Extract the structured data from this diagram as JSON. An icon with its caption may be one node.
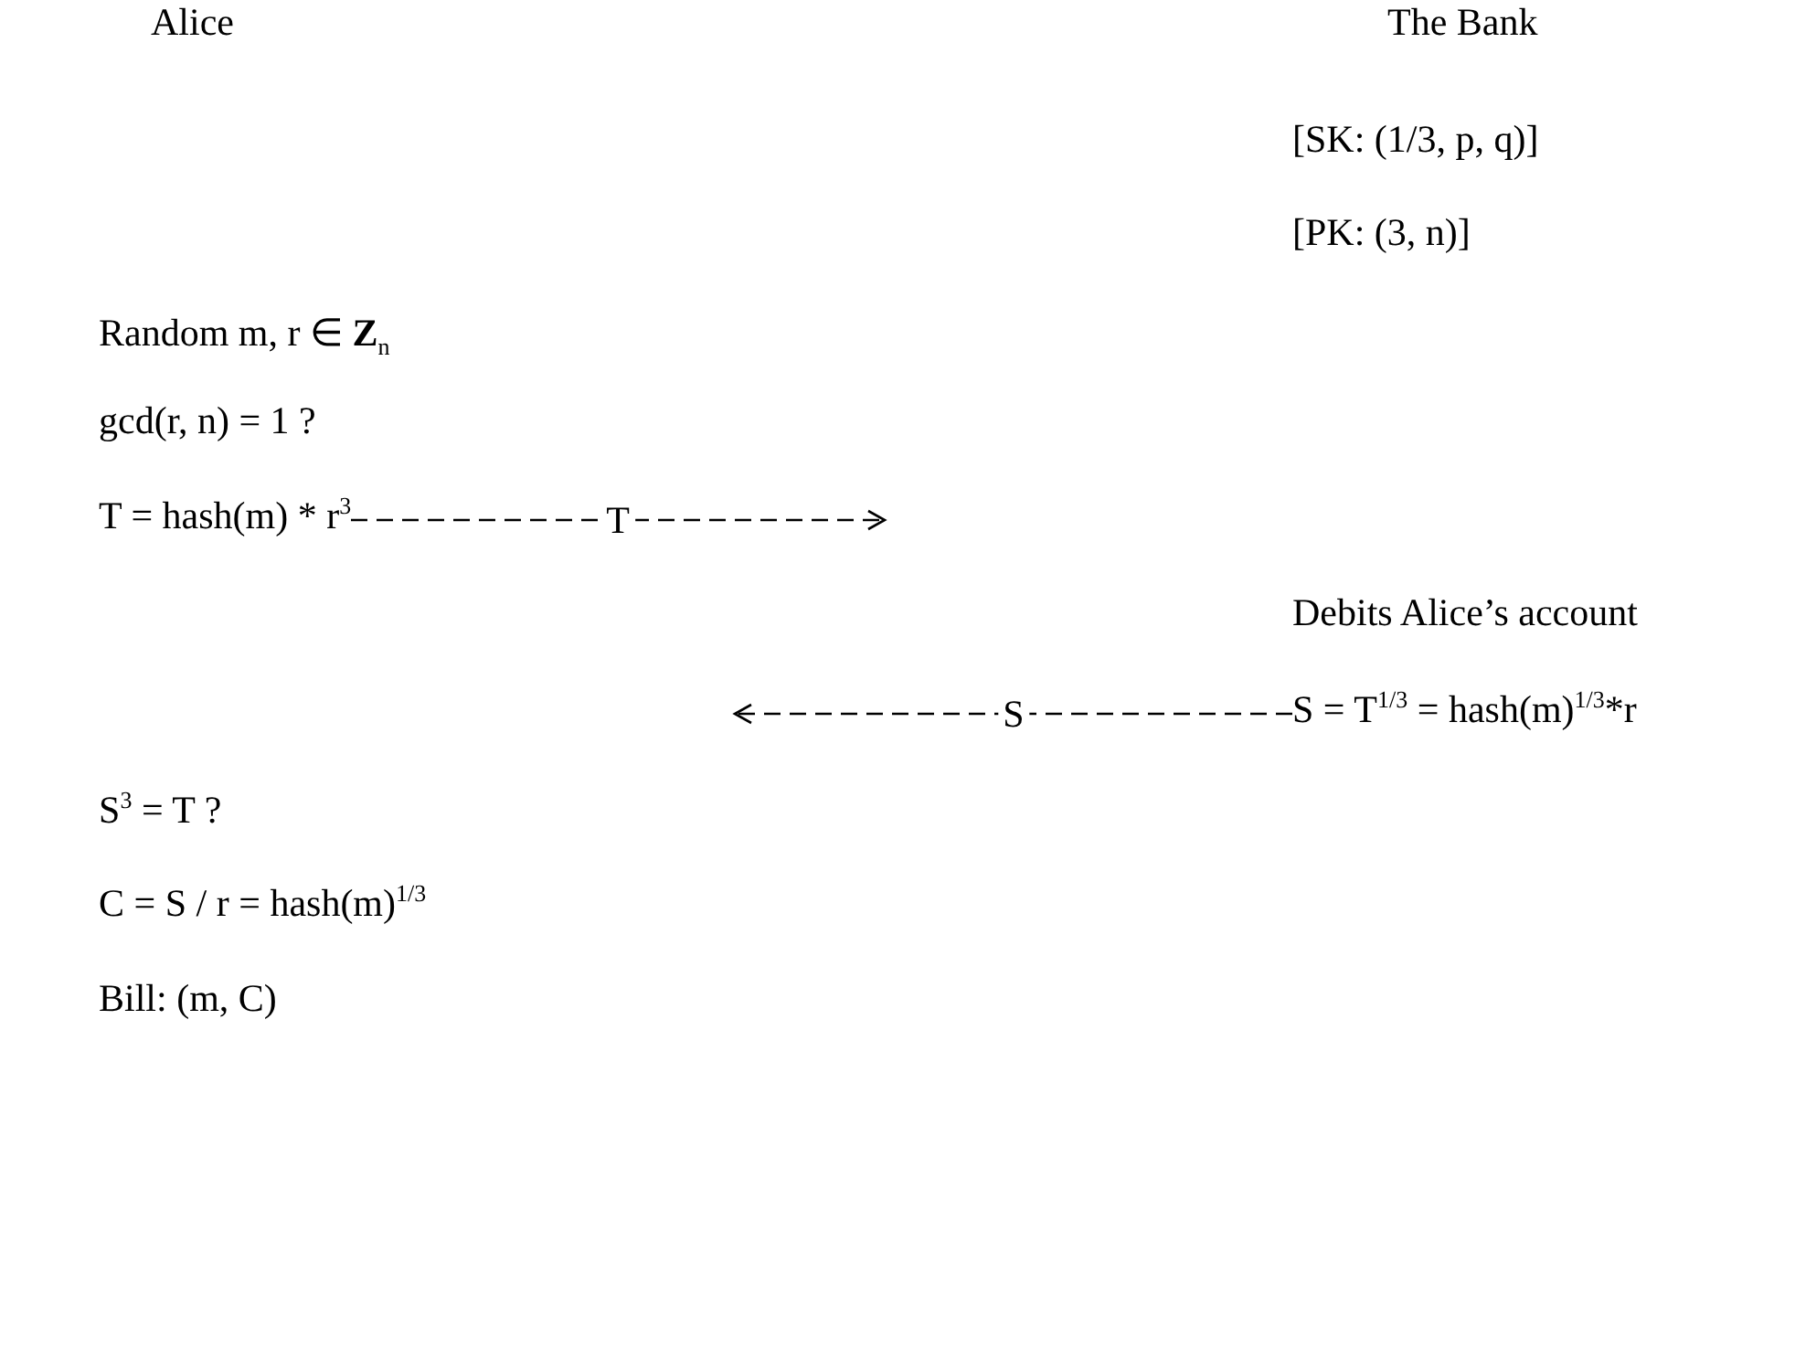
{
  "diagram": {
    "nodes": [
      {
        "text": [
          "T = hash(m) * r$^{3}$"
        ]
      },
      {
        "text": [
          "S = T$^{1/3}$ = hash(m)$^{1/3}$*r"
        ]
      }
    ],
    "edges": [
      {
        "from": 0,
        "to": null,
        "arrow": "to",
        "label": "T",
        "style": "dashed"
      },
      {
        "from": 1,
        "to": null,
        "arrow": "to",
        "label": "S",
        "style": "dashed"
      }
    ],
    "labels": [
      "Alice",
      "The Bank",
      "[SK: (1/3, p, q)]",
      "[PK: (3, n)]",
      "Random m, r ∈ **Z**$_{n}$",
      "gcd(r, n) = 1 ?",
      "Debits Alice’s account",
      "S$^{3}$ = T ?",
      "C = S / r = hash(m)$^{1/3}$",
      "Bill: (m, C)"
    ]
  }
}
